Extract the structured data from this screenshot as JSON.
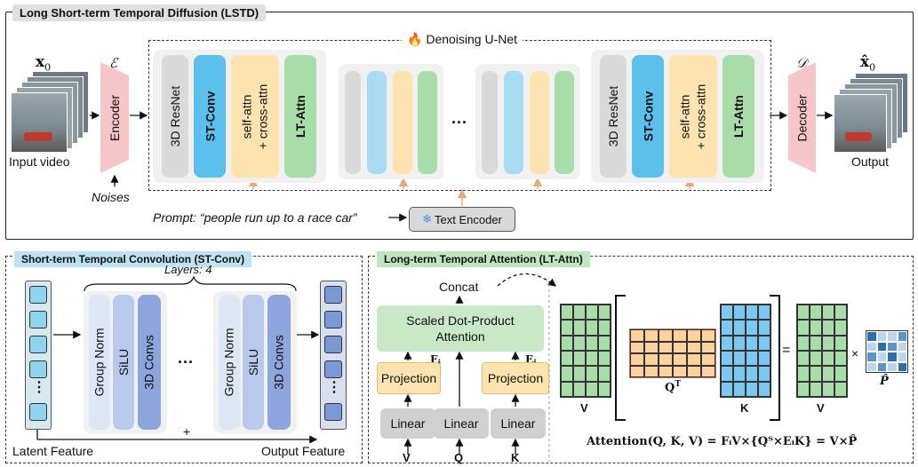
{
  "lstd": {
    "title": "Long Short-term Temporal Diffusion (LSTD)",
    "unet_title": "Denoising U-Net",
    "x0_label": "x",
    "x0_sub": "0",
    "xhat_label": "x̂",
    "xhat_sub": "0",
    "input_caption": "Input video",
    "output_caption": "Output",
    "encoder_symbol": "ℰ",
    "encoder_label": "Encoder",
    "decoder_symbol": "𝒟",
    "decoder_label": "Decoder",
    "noises_label": "Noises",
    "block_labels": {
      "resnet": "3D ResNet",
      "stconv": "ST-Conv",
      "attn": "self-attn\n+ cross-attn",
      "ltattn": "LT-Attn"
    },
    "ellipsis": "···",
    "prompt_text": "Prompt: “people run up to a race car”",
    "text_encoder": "Text Encoder",
    "snowflake": "❄"
  },
  "stconv": {
    "title": "Short-term Temporal Convolution (ST-Conv)",
    "layers_label": "Layers: 4",
    "group_norm": "Group Norm",
    "silu": "SiLU",
    "convs": "3D Convs",
    "ellipsis": "···",
    "plus": "+",
    "latent_label": "Latent Feature",
    "output_label": "Output Feature",
    "dots": "⋮"
  },
  "ltattn": {
    "title": "Long-term Temporal Attention (LT-Attn)",
    "concat": "Concat",
    "sdpa": "Scaled Dot-Product\nAttention",
    "projection": "Projection",
    "linear": "Linear",
    "fi": "F",
    "fi_sub": "i",
    "ei": "E",
    "ei_sub": "i",
    "v": "V",
    "q": "Q",
    "k": "K",
    "qt": "Q",
    "qt_sup": "T",
    "equals": "=",
    "times": "×",
    "p_hat": "P̂",
    "formula": "Attention(Q, K, V) = FᵢV×{Qᵀ×EᵢK} = V×P̂"
  },
  "colors": {
    "resnet": "#d9d9d9",
    "stconv": "#5bc0eb",
    "attn": "#fde3b0",
    "ltattn": "#a8dca8",
    "encoder": "#f7c6c9",
    "projection": "#fde3b0",
    "sdpa": "#c8e8c8",
    "linear": "#d0d0d0",
    "stconv_tag": "#bde3f2",
    "ltattn_tag": "#bfe6bf",
    "lstd_tag": "#e0e0e0",
    "orange_arrow": "#f0a878"
  }
}
